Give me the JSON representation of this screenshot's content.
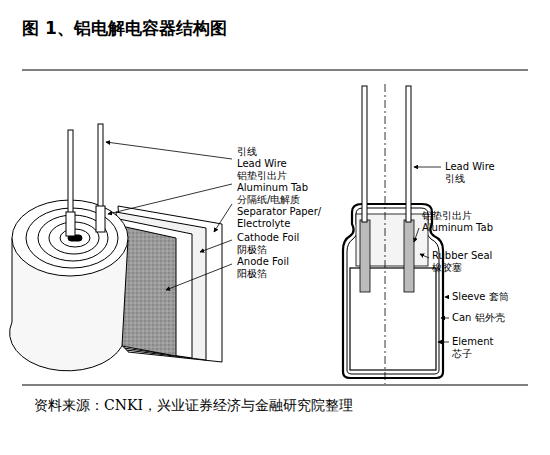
{
  "diagram": {
    "title": "图 1、铝电解电容器结构图",
    "caption": "资料来源：CNKI，兴业证券经济与金融研究院整理",
    "labels": [
      "引线",
      "Lead Wire",
      "铝垫引出片",
      "Aluminum Tab",
      "分隔纸/电解质",
      "Separator Paper/ Electrolyte",
      "Cathode Foil",
      "阴极箔",
      "Anode Foil",
      "阳极箔",
      "Lead Wire",
      "引线",
      "铝垫引出片",
      "Aluminum Tab",
      "Rubber Seal",
      "橡胶塞",
      "Sleeve 套筒",
      "Can 铝外壳",
      "Element",
      "芯子"
    ]
  }
}
